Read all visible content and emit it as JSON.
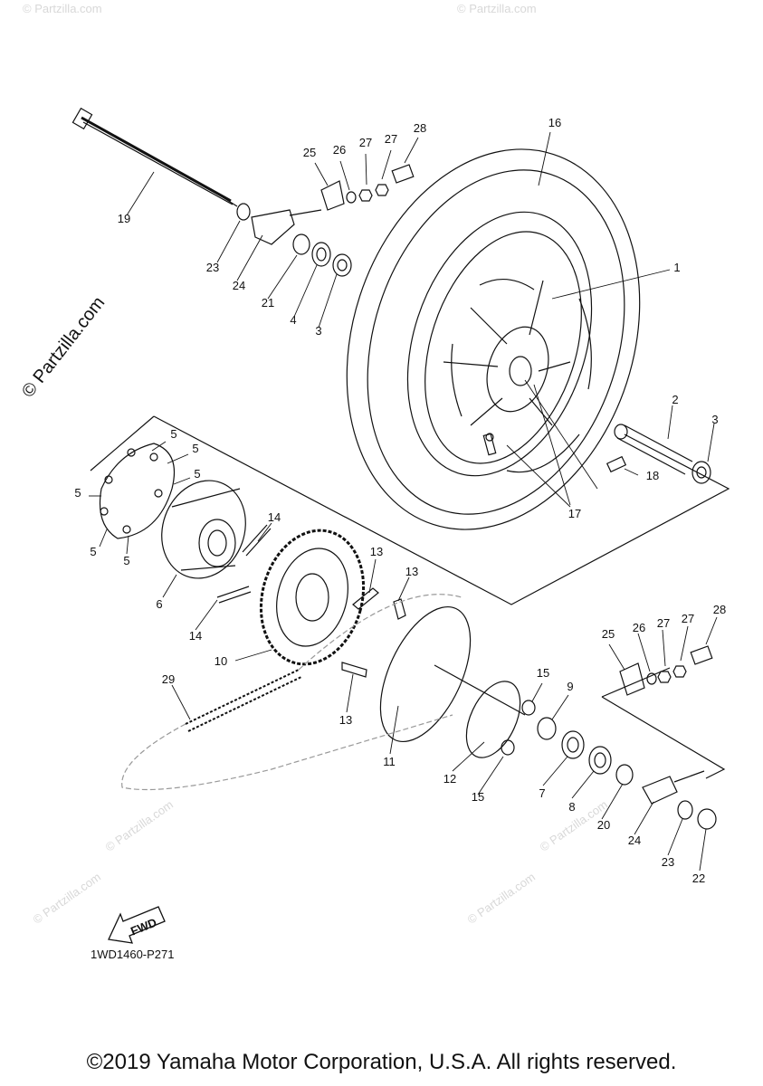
{
  "diagram_code": "1WD1460-P271",
  "copyright": "©2019 Yamaha Motor Corporation, U.S.A. All rights reserved.",
  "partzilla_mark": "© Partzilla.com",
  "watermark_text": "© Partzilla.com",
  "fwd_label": "FWD",
  "callouts": [
    {
      "id": "1",
      "label": "1"
    },
    {
      "id": "2",
      "label": "2"
    },
    {
      "id": "3a",
      "label": "3"
    },
    {
      "id": "3b",
      "label": "3"
    },
    {
      "id": "4",
      "label": "4"
    },
    {
      "id": "5a",
      "label": "5"
    },
    {
      "id": "5b",
      "label": "5"
    },
    {
      "id": "5c",
      "label": "5"
    },
    {
      "id": "5d",
      "label": "5"
    },
    {
      "id": "5e",
      "label": "5"
    },
    {
      "id": "5f",
      "label": "5"
    },
    {
      "id": "6",
      "label": "6"
    },
    {
      "id": "7",
      "label": "7"
    },
    {
      "id": "8",
      "label": "8"
    },
    {
      "id": "9",
      "label": "9"
    },
    {
      "id": "10",
      "label": "10"
    },
    {
      "id": "11",
      "label": "11"
    },
    {
      "id": "12",
      "label": "12"
    },
    {
      "id": "13a",
      "label": "13"
    },
    {
      "id": "13b",
      "label": "13"
    },
    {
      "id": "13c",
      "label": "13"
    },
    {
      "id": "14a",
      "label": "14"
    },
    {
      "id": "14b",
      "label": "14"
    },
    {
      "id": "15a",
      "label": "15"
    },
    {
      "id": "15b",
      "label": "15"
    },
    {
      "id": "16",
      "label": "16"
    },
    {
      "id": "17",
      "label": "17"
    },
    {
      "id": "18",
      "label": "18"
    },
    {
      "id": "19",
      "label": "19"
    },
    {
      "id": "20",
      "label": "20"
    },
    {
      "id": "21",
      "label": "21"
    },
    {
      "id": "22",
      "label": "22"
    },
    {
      "id": "23a",
      "label": "23"
    },
    {
      "id": "23b",
      "label": "23"
    },
    {
      "id": "24a",
      "label": "24"
    },
    {
      "id": "24b",
      "label": "24"
    },
    {
      "id": "25a",
      "label": "25"
    },
    {
      "id": "25b",
      "label": "25"
    },
    {
      "id": "26a",
      "label": "26"
    },
    {
      "id": "26b",
      "label": "26"
    },
    {
      "id": "27a",
      "label": "27"
    },
    {
      "id": "27b",
      "label": "27"
    },
    {
      "id": "27c",
      "label": "27"
    },
    {
      "id": "27d",
      "label": "27"
    },
    {
      "id": "28a",
      "label": "28"
    },
    {
      "id": "28b",
      "label": "28"
    },
    {
      "id": "29",
      "label": "29"
    }
  ]
}
